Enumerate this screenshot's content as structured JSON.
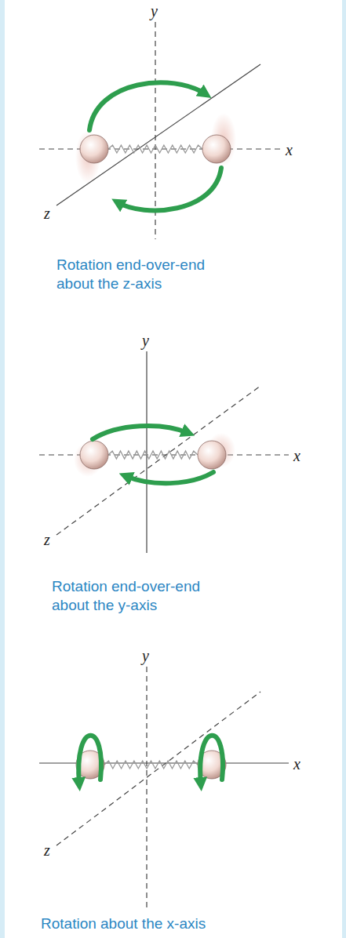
{
  "diagram": {
    "labels": [
      "y",
      "x",
      "z",
      "Rotation end-over-end about the z-axis",
      "y",
      "x",
      "z",
      "Rotation end-over-end about the y-axis",
      "y",
      "x",
      "z",
      "Rotation about the x-axis"
    ]
  }
}
